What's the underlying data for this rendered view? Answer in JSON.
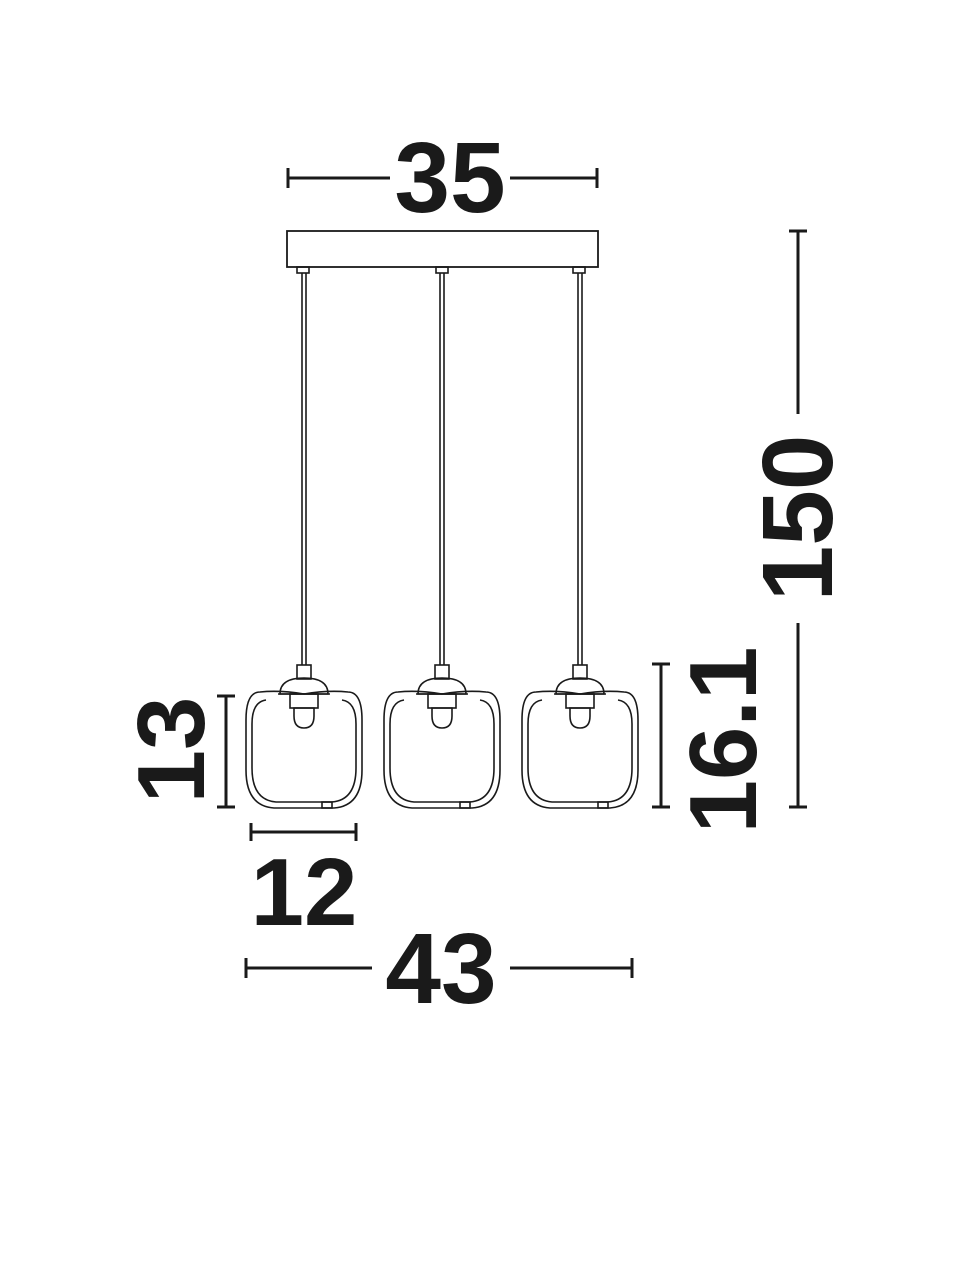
{
  "dimensions": {
    "canopy_width": "35",
    "total_width": "43",
    "shade_width": "12",
    "shade_height": "13",
    "pendant_height": "16.1",
    "total_height": "150"
  },
  "colors": {
    "ink": "#1a1a1a",
    "background": "#ffffff"
  }
}
